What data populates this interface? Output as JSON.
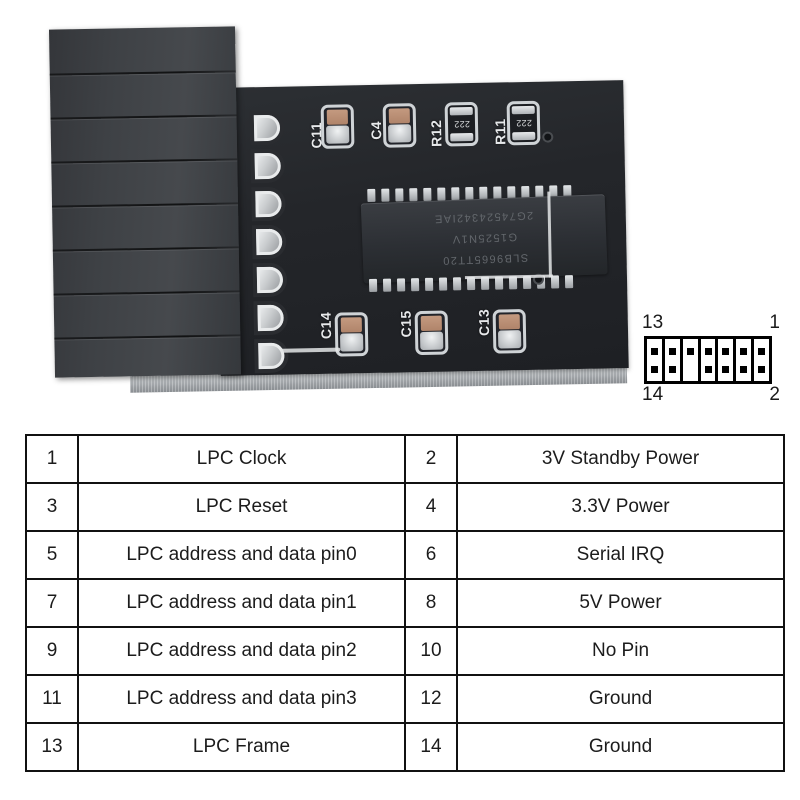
{
  "photo": {
    "alt_name": "tpm-module-photo",
    "connector": {
      "name": "pin-header-connector",
      "color": "#3e4145",
      "ridge_count": 7
    },
    "pcb": {
      "name": "tpm-pcb",
      "color": "#25282c",
      "edge_color": "#b9bdc0"
    },
    "chip": {
      "name": "tpm-chip",
      "line1": "SLB9665TT20",
      "line2": "G1525N1V",
      "line3": "2G74524342IAE"
    },
    "silkscreen": {
      "top_row": [
        "C11",
        "C4",
        "R12",
        "R11"
      ],
      "bottom_row": [
        "C14",
        "C15",
        "C13"
      ],
      "resistor_codes": [
        "222",
        "222"
      ]
    }
  },
  "header_diagram": {
    "label_top_left": "13",
    "label_top_right": "1",
    "label_bottom_left": "14",
    "label_bottom_right": "2",
    "columns": 7,
    "missing_pin_column": 3,
    "missing_pin_row": "bottom"
  },
  "pinout_table": {
    "rows": [
      {
        "pin_a": "1",
        "desc_a": "LPC Clock",
        "pin_b": "2",
        "desc_b": "3V Standby Power"
      },
      {
        "pin_a": "3",
        "desc_a": "LPC Reset",
        "pin_b": "4",
        "desc_b": "3.3V Power"
      },
      {
        "pin_a": "5",
        "desc_a": "LPC address and data pin0",
        "pin_b": "6",
        "desc_b": "Serial IRQ"
      },
      {
        "pin_a": "7",
        "desc_a": "LPC address and data pin1",
        "pin_b": "8",
        "desc_b": "5V Power"
      },
      {
        "pin_a": "9",
        "desc_a": "LPC address and data pin2",
        "pin_b": "10",
        "desc_b": "No Pin"
      },
      {
        "pin_a": "11",
        "desc_a": "LPC address and data pin3",
        "pin_b": "12",
        "desc_b": "Ground"
      },
      {
        "pin_a": "13",
        "desc_a": "LPC Frame",
        "pin_b": "14",
        "desc_b": "Ground"
      }
    ]
  }
}
